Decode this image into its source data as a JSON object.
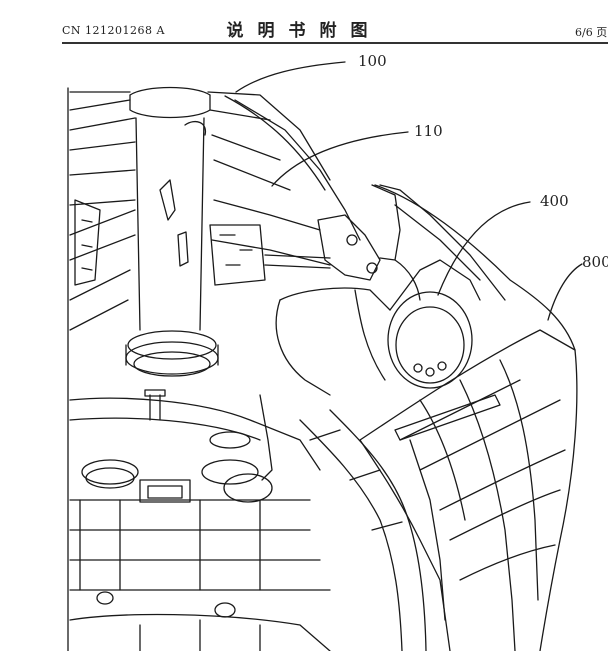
{
  "header": {
    "publication_number": "CN 121201268 A",
    "document_title": "说明书附图",
    "page_number": "6/6 页"
  },
  "figure": {
    "reference_numerals": [
      "100",
      "110",
      "400",
      "800"
    ]
  }
}
